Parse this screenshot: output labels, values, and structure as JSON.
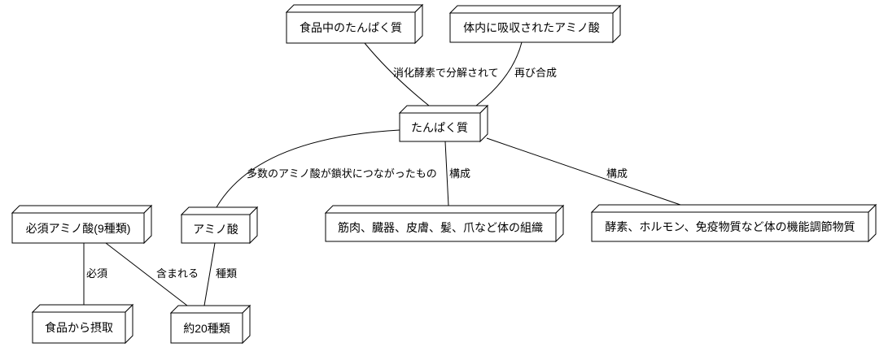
{
  "diagram": {
    "type": "concept-map",
    "language": "ja",
    "colors": {
      "background": "#ffffff",
      "line": "#000000",
      "node_fill": "#ffffff",
      "text": "#000000"
    },
    "nodes": [
      {
        "id": "food_protein",
        "label": "食品中のたんぱく質"
      },
      {
        "id": "absorbed_amino_acid",
        "label": "体内に吸収されたアミノ酸"
      },
      {
        "id": "protein",
        "label": "たんぱく質"
      },
      {
        "id": "amino_acid",
        "label": "アミノ酸"
      },
      {
        "id": "essential_amino_acid",
        "label": "必須アミノ酸(9種類)"
      },
      {
        "id": "body_tissues",
        "label": "筋肉、臓器、皮膚、髪、爪など体の組織"
      },
      {
        "id": "function_regulators",
        "label": "酵素、ホルモン、免疫物質など体の機能調節物質"
      },
      {
        "id": "intake_from_food",
        "label": "食品から摂取"
      },
      {
        "id": "about_20_kinds",
        "label": "約20種類"
      }
    ],
    "edges": [
      {
        "from": "food_protein",
        "to": "protein",
        "label": "消化酵素で分解されて"
      },
      {
        "from": "absorbed_amino_acid",
        "to": "protein",
        "label": "再び合成"
      },
      {
        "from": "protein",
        "to": "amino_acid",
        "label": "多数のアミノ酸が鎖状につながったもの"
      },
      {
        "from": "protein",
        "to": "body_tissues",
        "label": "構成"
      },
      {
        "from": "protein",
        "to": "function_regulators",
        "label": "構成"
      },
      {
        "from": "essential_amino_acid",
        "to": "intake_from_food",
        "label": "必須"
      },
      {
        "from": "essential_amino_acid",
        "to": "about_20_kinds",
        "label": "含まれる"
      },
      {
        "from": "amino_acid",
        "to": "about_20_kinds",
        "label": "種類"
      }
    ]
  }
}
